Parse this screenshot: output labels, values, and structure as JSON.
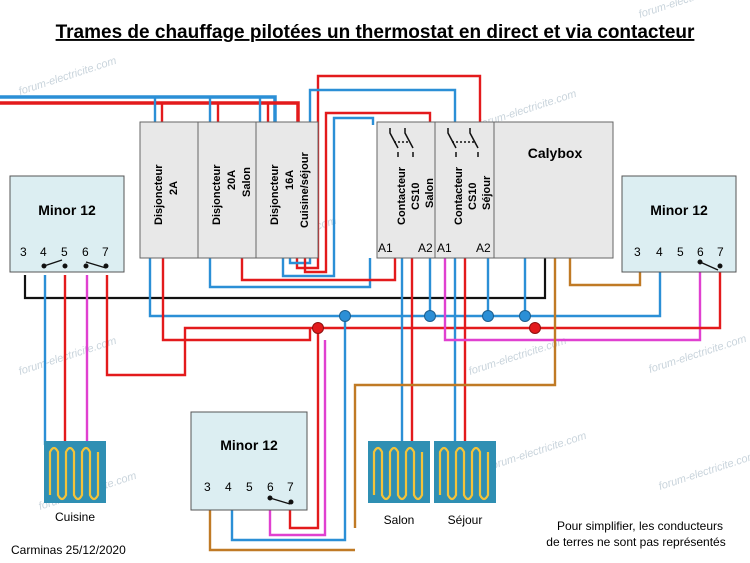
{
  "title": "Trames de chauffage pilotées un thermostat en direct et via contacteur",
  "watermark": "forum-electricite.com",
  "thermostat_left": {
    "name": "Minor 12",
    "terminals": [
      "3",
      "4",
      "5",
      "6",
      "7"
    ]
  },
  "thermostat_right": {
    "name": "Minor 12",
    "terminals": [
      "3",
      "4",
      "5",
      "6",
      "7"
    ]
  },
  "thermostat_bottom": {
    "name": "Minor 12",
    "terminals": [
      "3",
      "4",
      "5",
      "6",
      "7"
    ]
  },
  "breakers": [
    {
      "line1": "Disjoncteur",
      "line2": "2A",
      "line3": ""
    },
    {
      "line1": "Disjoncteur",
      "line2": "20A",
      "line3": "Salon"
    },
    {
      "line1": "Disjoncteur",
      "line2": "16A",
      "line3": "Cuisine/séjour"
    }
  ],
  "contactors": [
    {
      "line1": "Contacteur",
      "line2": "CS10",
      "line3": "Salon",
      "a1": "A1",
      "a2": "A2"
    },
    {
      "line1": "Contacteur",
      "line2": "CS10",
      "line3": "Séjour",
      "a1": "A1",
      "a2": "A2"
    }
  ],
  "calybox": "Calybox",
  "heaters": [
    "Cuisine",
    "Salon",
    "Séjour"
  ],
  "note_line1": "Pour simplifier, les conducteurs",
  "note_line2": "de terres ne sont pas représentés",
  "author": "Carminas 25/12/2020",
  "colors": {
    "phase": "#e31a1c",
    "neutral": "#2b8fd6",
    "pilot": "#e040d0",
    "control": "#c07a25",
    "box_fill": "#dceef2",
    "module_fill": "#e8e8e8",
    "heater": "#2f8fb3",
    "heater_coil": "#f3c33a"
  }
}
